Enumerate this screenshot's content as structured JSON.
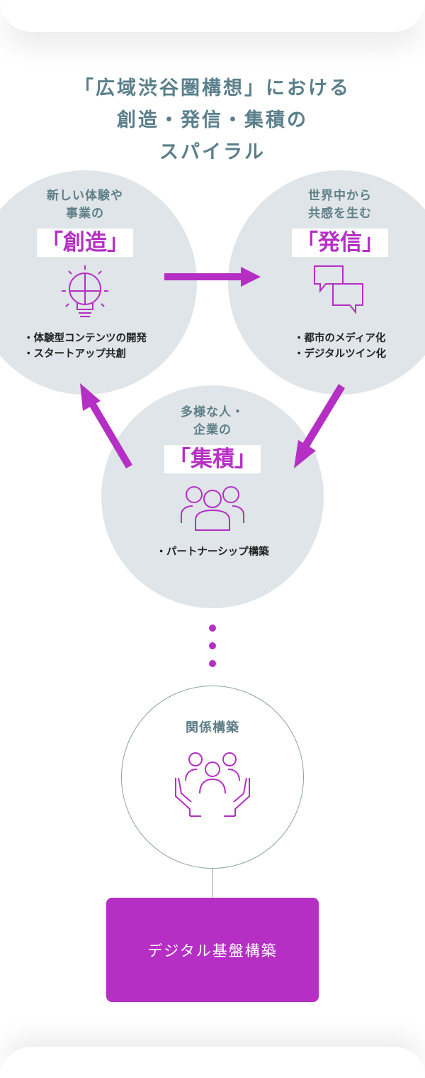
{
  "title": {
    "line1": "「広域渋谷圏構想」における",
    "line2": "創造・発信・集積の",
    "line3": "スパイラル"
  },
  "create": {
    "sub1": "新しい体験や",
    "sub2": "事業の",
    "key": "「創造」",
    "items": [
      "・体験型コンテンツの開発",
      "・スタートアップ共創"
    ],
    "icon": "lightbulb-puzzle-icon"
  },
  "send": {
    "sub1": "世界中から",
    "sub2": "共感を生む",
    "key": "「発信」",
    "items": [
      "・都市のメディア化",
      "・デジタルツイン化"
    ],
    "icon": "speech-bubbles-icon"
  },
  "gather": {
    "sub1": "多様な人・",
    "sub2": "企業の",
    "key": "「集積」",
    "items": [
      "・パートナーシップ構築"
    ],
    "icon": "people-group-icon"
  },
  "relation": {
    "label": "関係構築",
    "icon": "hands-people-icon"
  },
  "base": {
    "label": "デジタル基盤構築"
  },
  "colors": {
    "accent": "#b52fc4",
    "circle": "#dfe5e8",
    "text": "#5a7f8b"
  }
}
